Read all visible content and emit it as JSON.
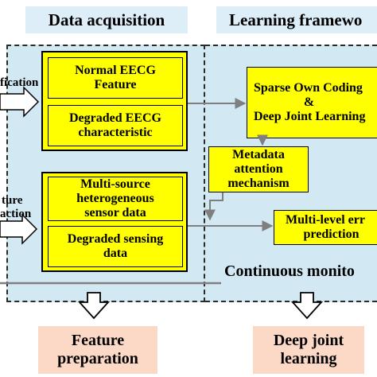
{
  "headers": {
    "data_acquisition": "Data acquisition",
    "learning_framework": "Learning framewo"
  },
  "side_labels": {
    "top": "fication",
    "bottom_line1": "ture",
    "bottom_line2": "action"
  },
  "boxes": {
    "normal_eecg": [
      "Normal EECG",
      "Feature"
    ],
    "degraded_eecg": [
      "Degraded EECG",
      "characteristic"
    ],
    "sparse_coding": [
      "Sparse Own Coding",
      "&",
      "Deep Joint Learning"
    ],
    "metadata": [
      "Metadata",
      "attention",
      "mechanism"
    ],
    "multi_source": [
      "Multi-source",
      "heterogeneous",
      "sensor data"
    ],
    "degraded_sensing": [
      "Degraded sensing",
      "data"
    ],
    "multi_level": [
      "Multi-level err",
      "prediction"
    ]
  },
  "continuous_monitoring": "Continuous monito",
  "outputs": {
    "feature_preparation": [
      "Feature",
      "preparation"
    ],
    "deep_joint_learning": [
      "Deep joint",
      "learning"
    ]
  },
  "colors": {
    "panel": "#d2e8f3",
    "header": "#ddeef8",
    "box_fill": "#ffff00",
    "output_fill": "#fcd9c6",
    "arrow": "#7f7f7f"
  }
}
